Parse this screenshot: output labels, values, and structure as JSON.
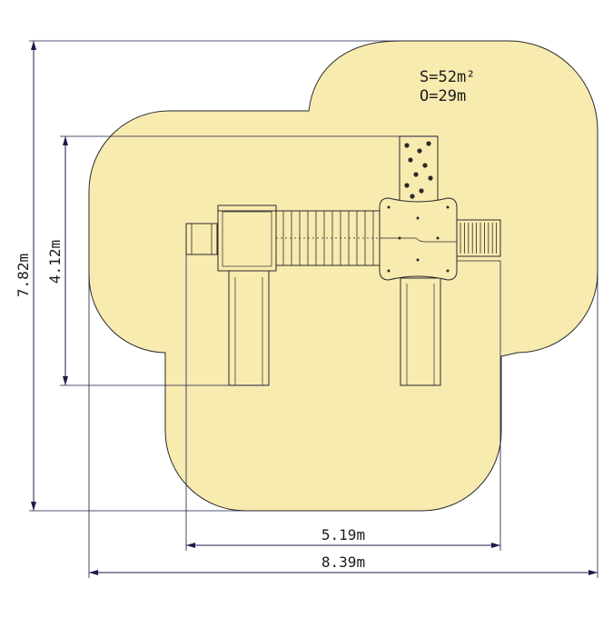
{
  "area_label": "S=52m²",
  "perimeter_label": "O=29m",
  "dimensions": {
    "overall_height": "7.82m",
    "structure_height": "4.12m",
    "inner_width": "5.19m",
    "overall_width": "8.39m"
  },
  "colors": {
    "zone_fill": "#f8ebb0",
    "outline": "#2a2a2a",
    "dimension": "#1b1b4a"
  }
}
